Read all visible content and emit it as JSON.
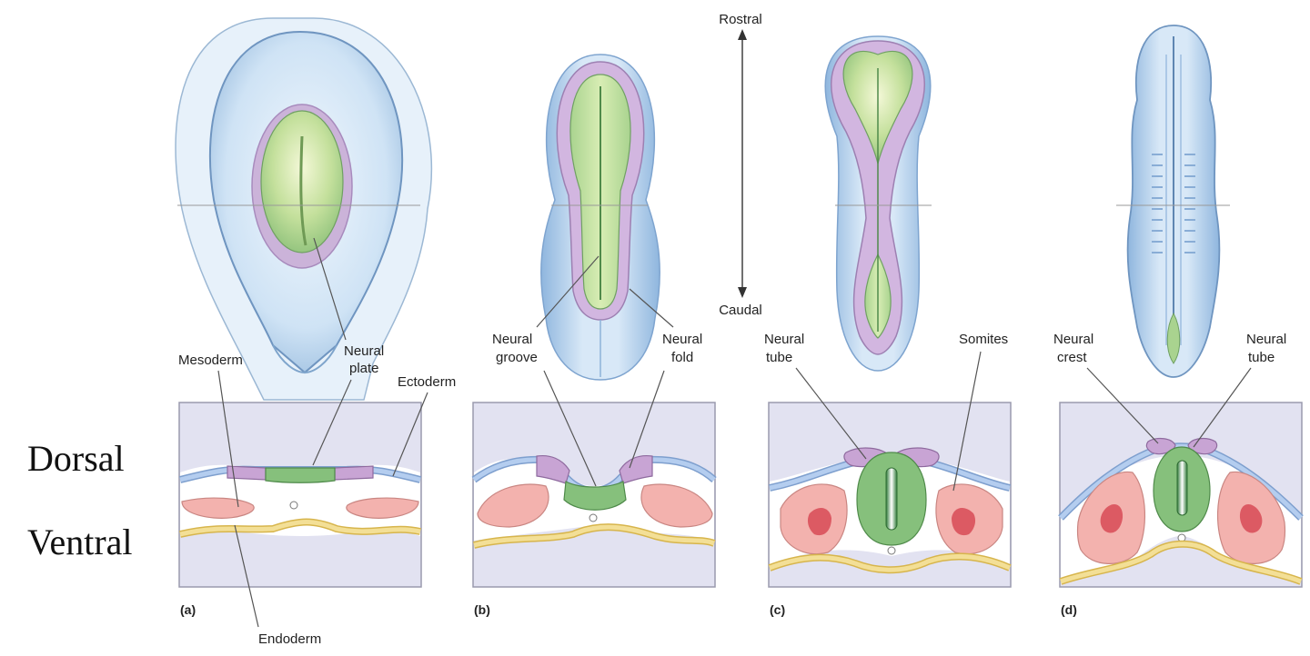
{
  "orientation": {
    "rostral": "Rostral",
    "caudal": "Caudal",
    "dorsal": "Dorsal",
    "ventral": "Ventral"
  },
  "panels": [
    {
      "letter": "(a)",
      "labels": [
        "Mesoderm",
        "Neural",
        "plate",
        "Ectoderm",
        "Endoderm"
      ]
    },
    {
      "letter": "(b)",
      "labels": [
        "Neural",
        "groove",
        "Neural",
        "fold"
      ]
    },
    {
      "letter": "(c)",
      "labels": [
        "Neural",
        "tube",
        "Somites"
      ]
    },
    {
      "letter": "(d)",
      "labels": [
        "Neural",
        "crest",
        "Neural",
        "tube"
      ]
    }
  ],
  "colors": {
    "neural_plate": "#86c07c",
    "neural_crest": "#c8a4d4",
    "ectoderm": "#7e9fce",
    "mesoderm": "#f3b2ae",
    "endoderm": "#d7b54c",
    "section_background": "#e2e2f1"
  }
}
